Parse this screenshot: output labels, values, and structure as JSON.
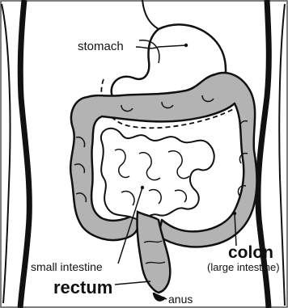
{
  "diagram": {
    "labels": {
      "stomach": "stomach",
      "small_intestine": "small intestine",
      "rectum": "rectum",
      "anus": "anus",
      "colon": "colon",
      "colon_sub": "(large intestine)"
    },
    "colors": {
      "colon_fill": "#b3b3b3",
      "outline": "#111111",
      "background": "#ffffff"
    }
  }
}
